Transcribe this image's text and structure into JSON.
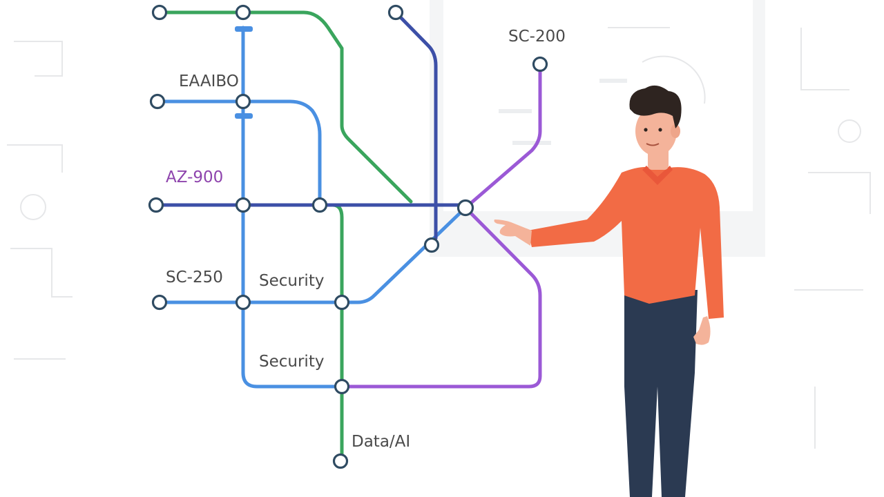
{
  "labels": {
    "sc200": "SC-200",
    "eaaibo": "EAAIBO",
    "az900": "AZ-900",
    "sc250": "SC-250",
    "security_upper": "Security",
    "security_lower": "Security",
    "data_ai": "Data/AI"
  },
  "colors": {
    "green_line": "#3aa55d",
    "light_blue_line": "#4a90e2",
    "navy_line": "#3c4fa7",
    "purple_line": "#9b59d6",
    "az900_label": "#8e44ad",
    "label_text": "#4a4a4a",
    "station_stroke": "#2f4b62",
    "shirt": "#f26b45",
    "pants": "#2b3a52",
    "hair": "#2e2420",
    "skin": "#f4b39a"
  }
}
